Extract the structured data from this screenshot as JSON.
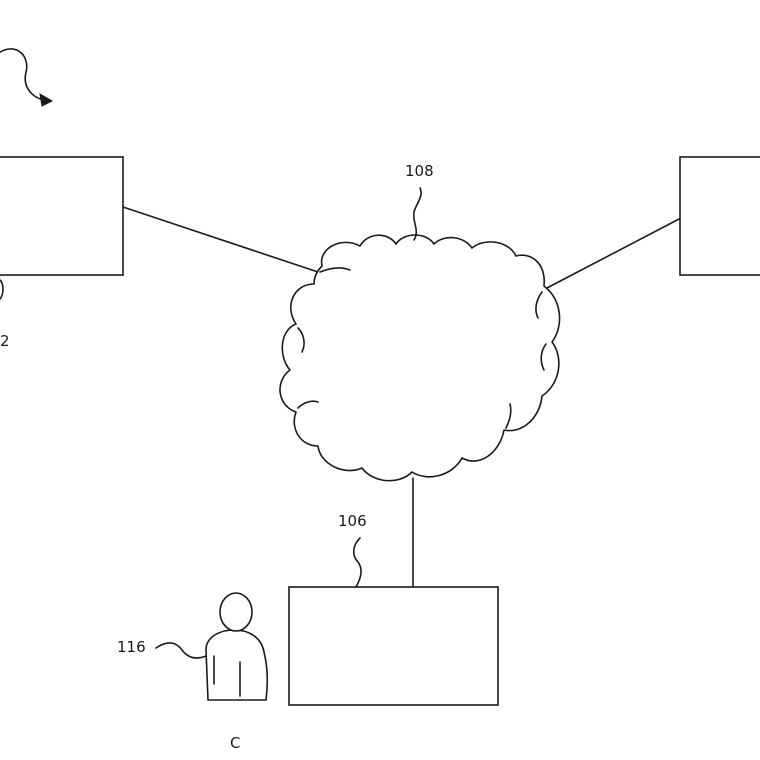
{
  "diagram": {
    "labels": {
      "left_device": "2",
      "network": "108",
      "bottom_device": "106",
      "user": "116",
      "user_caption": "C"
    }
  }
}
